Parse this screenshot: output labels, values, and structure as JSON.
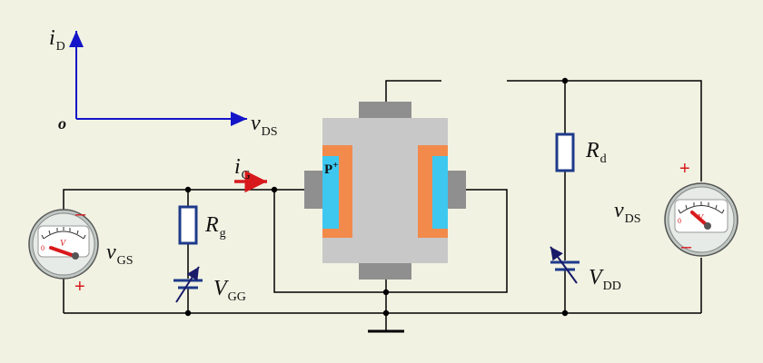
{
  "axes": {
    "y_label": "i",
    "y_sub": "D",
    "x_label": "v",
    "x_sub": "DS",
    "origin": "o"
  },
  "device": {
    "gate_region": "P",
    "gate_region_sup": "+"
  },
  "labels": {
    "i_g": {
      "main": "i",
      "sub": "G"
    },
    "r_g": {
      "main": "R",
      "sub": "g"
    },
    "r_d": {
      "main": "R",
      "sub": "d"
    },
    "v_gg": {
      "main": "V",
      "sub": "GG"
    },
    "v_dd": {
      "main": "V",
      "sub": "DD"
    },
    "v_gs": {
      "main": "v",
      "sub": "GS"
    },
    "v_ds": {
      "main": "v",
      "sub": "DS"
    }
  },
  "meters": {
    "left_face": "V",
    "right_face": "V",
    "left_zero": "0",
    "right_zero": "0"
  },
  "signs": {
    "left_top": "–",
    "left_bottom": "+",
    "right_top": "+",
    "right_bottom": "–"
  },
  "colors": {
    "wire": "#000000",
    "axis": "#1414c8",
    "gate_arrow": "#d8191c",
    "channel": "#c8c8c8",
    "p_region": "#f28a4c",
    "depletion": "#3ec8f0",
    "contact": "#8f8f8f",
    "resistor": "#1e3a8a"
  }
}
